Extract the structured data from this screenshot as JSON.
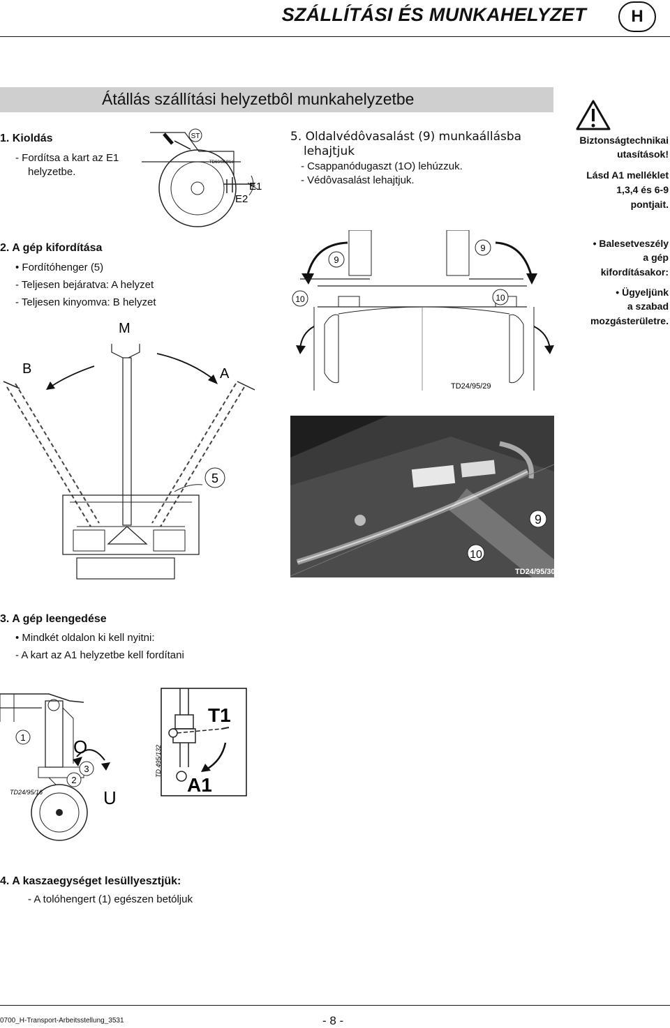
{
  "header": {
    "title": "SZÁLLÍTÁSI ÉS MUNKAHELYZET",
    "badge": "H"
  },
  "banner": "Átállás szállítási helyzetbôl munkahelyzetbe",
  "section1": {
    "title": "1. Kioldás",
    "line1": "- Fordítsa a kart az E1",
    "line2": "helyzetbe."
  },
  "section2": {
    "title": "2. A gép kifordítása",
    "bullet": "• Fordítóhenger (5)",
    "line1": "- Teljesen bejáratva: A helyzet",
    "line2": "- Teljesen kinyomva: B helyzet"
  },
  "fig_top": {
    "st": "ST",
    "code": "TD60/96/01e",
    "e1": "E1",
    "e2": "E2"
  },
  "section5": {
    "title1": "5. Oldalvédôvasalást (9) munkaállásba",
    "title2": "lehajtjuk",
    "line1": "- Csappanódugaszt (1O) lehúzzuk.",
    "line2": "- Védôvasalást lehajtjuk."
  },
  "fig_guard": {
    "l9a": "9",
    "l9b": "9",
    "l10a": "10",
    "l10b": "10",
    "code": "TD24/95/29"
  },
  "safety": {
    "warn_icon": "warning-triangle-icon",
    "line1": "Biztonságtechnikai",
    "line2": "utasítások!",
    "line3": "Lásd A1 melléklet",
    "line4": "1,3,4 és 6-9",
    "line5": "pontjait.",
    "b1a": "• Balesetveszély",
    "b1b": "a gép",
    "b1c": "kifordításakor:",
    "b2a": "• Ügyeljünk",
    "b2b": "a szabad",
    "b2c": "mozgásterületre."
  },
  "fig_rotate": {
    "m": "M",
    "b": "B",
    "a": "A",
    "l5": "5"
  },
  "photo": {
    "l9": "9",
    "l10": "10",
    "code": "TD24/95/30"
  },
  "section3": {
    "title": "3. A gép leengedése",
    "bullet": "• Mindkét oldalon ki kell nyitni:",
    "line1": "- A kart az A1 helyzetbe kell fordítani"
  },
  "fig_lower": {
    "l1": "1",
    "l2": "2",
    "l3": "3",
    "o": "O",
    "u": "U",
    "code": "TD24/95/16"
  },
  "fig_lever": {
    "t1": "T1",
    "a1": "A1",
    "code": "TD 495/132"
  },
  "section4": {
    "title": "4. A kaszaegységet lesüllyesztjük:",
    "line1": "- A tolóhengert (1) egészen betóljuk"
  },
  "footer": {
    "file": "0700_H-Transport-Arbeitsstellung_3531",
    "page": "- 8 -"
  }
}
